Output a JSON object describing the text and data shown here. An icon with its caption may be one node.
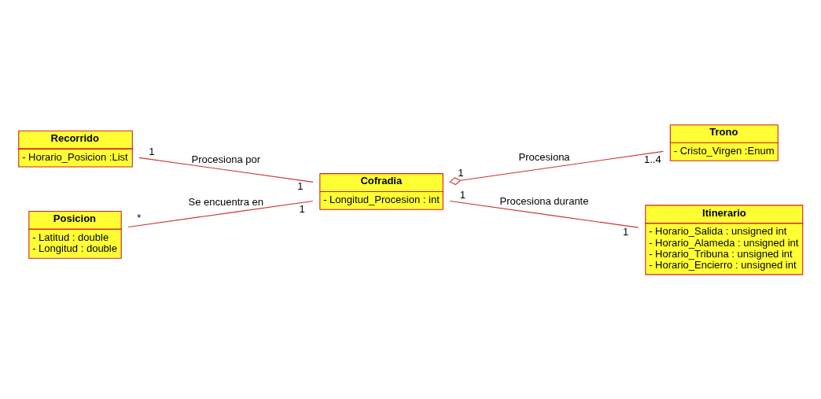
{
  "diagram": {
    "nodes": [
      {
        "text": [
          "Recorrido",
          "- Horario_Posicion :List"
        ],
        "beside": [
          "1"
        ]
      },
      {
        "text": [
          "Trono",
          "- Cristo_Virgen :Enum"
        ],
        "beside": [
          "1..4"
        ]
      },
      {
        "text": [
          "Cofradia",
          "- Longitud_Procesion : int"
        ],
        "beside": [
          "1",
          "1",
          "1",
          "1"
        ]
      },
      {
        "text": [
          "Posicion",
          "- Latitud : double",
          "- Longitud : double"
        ],
        "beside": [
          "*"
        ]
      },
      {
        "text": [
          "Itinerario",
          "- Horario_Salida : unsigned int",
          "- Horario_Alameda : unsigned int",
          "- Horario_Tribuna : unsigned int",
          "- Horario_Encierro : unsigned int"
        ],
        "beside": [
          "1"
        ]
      }
    ],
    "edges": [
      {
        "from": 0,
        "to": 2,
        "arrow": "none",
        "label": "Procesiona por"
      },
      {
        "from": 2,
        "to": 1,
        "arrow": "other",
        "label": "Procesiona"
      },
      {
        "from": 3,
        "to": 2,
        "arrow": "none",
        "label": "Se encuentra en"
      },
      {
        "from": 2,
        "to": 4,
        "arrow": "none",
        "label": "Procesiona durante"
      }
    ]
  }
}
